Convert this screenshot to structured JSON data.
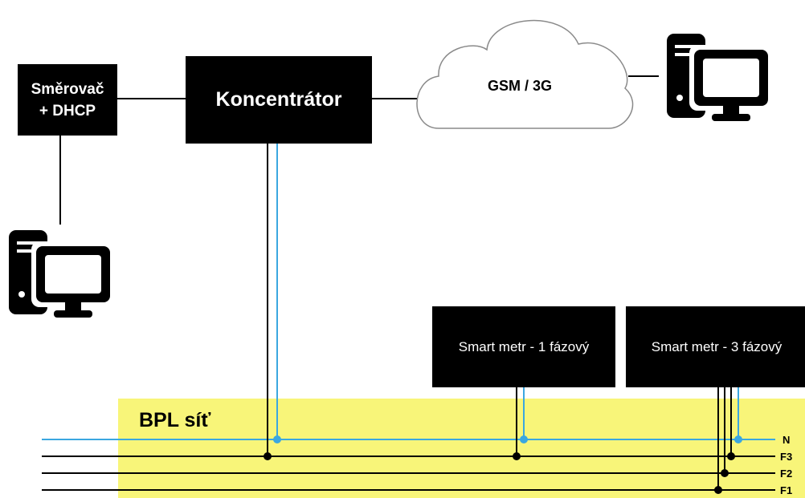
{
  "router": {
    "line1": "Směrovač",
    "line2": "+ DHCP"
  },
  "concentrator": {
    "label": "Koncentrátor"
  },
  "cloud": {
    "label": "GSM / 3G"
  },
  "meter_1phase": {
    "label": "Smart metr - 1 fázový"
  },
  "meter_3phase": {
    "label": "Smart metr - 3 fázový"
  },
  "bpl_zone": {
    "label": "BPL síť"
  },
  "lines": [
    {
      "label": "N",
      "color": "#3ba7e0"
    },
    {
      "label": "F3",
      "color": "#000000"
    },
    {
      "label": "F2",
      "color": "#000000"
    },
    {
      "label": "F1",
      "color": "#000000"
    }
  ],
  "colors": {
    "bpl_zone": "#f8f579",
    "box": "#000000",
    "neutral_line": "#3ba7e0"
  },
  "icons": {
    "computer_left": "desktop-computer-icon",
    "computer_right": "desktop-computer-icon"
  }
}
